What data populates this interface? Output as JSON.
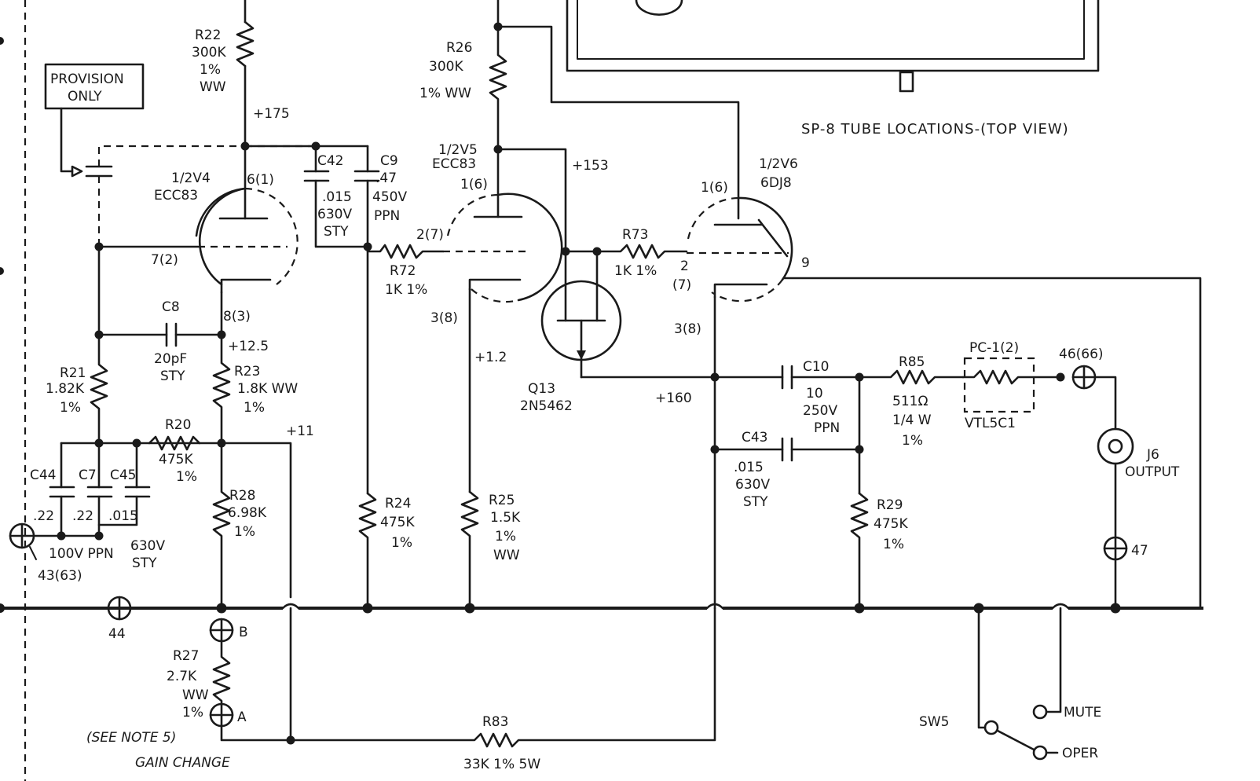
{
  "tube_locations_title": "SP-8 TUBE LOCATIONS-(TOP VIEW)",
  "provision_box": {
    "line1": "PROVISION",
    "line2": "ONLY"
  },
  "tubes": {
    "v4": {
      "name": "1/2V4",
      "type": "ECC83",
      "plate": "6(1)",
      "grid": "7(2)",
      "cathode": "8(3)"
    },
    "v5": {
      "name": "1/2V5",
      "type": "ECC83",
      "plate": "1(6)",
      "grid": "2(7)",
      "cathode": "3(8)"
    },
    "v6": {
      "name": "1/2V6",
      "type": "6DJ8",
      "plate": "1(6)",
      "grid": "2",
      "grid2": "(7)",
      "cathode": "3(8)",
      "heater": "9"
    }
  },
  "voltages": {
    "v175": "+175",
    "v153": "+153",
    "v12_5": "+12.5",
    "v1_2": "+1.2",
    "v160": "+160",
    "v11": "+11"
  },
  "resistors": {
    "r22": [
      "R22",
      "300K",
      "1%",
      "WW"
    ],
    "r26": [
      "R26",
      "300K",
      "1% WW"
    ],
    "r72": [
      "R72",
      "1K 1%"
    ],
    "r73": [
      "R73",
      "1K 1%"
    ],
    "r21": [
      "R21",
      "1.82K",
      "1%"
    ],
    "r23": [
      "R23",
      "1.8K  WW",
      "1%"
    ],
    "r20": [
      "R20",
      "475K",
      "1%"
    ],
    "r28": [
      "R28",
      "6.98K",
      "1%"
    ],
    "r24": [
      "R24",
      "475K",
      "1%"
    ],
    "r25": [
      "R25",
      "1.5K",
      "1%",
      "WW"
    ],
    "r85": [
      "R85",
      "511Ω",
      "1/4 W",
      "1%"
    ],
    "r29": [
      "R29",
      "475K",
      "1%"
    ],
    "r27": [
      "R27",
      "2.7K",
      "WW",
      "1%"
    ],
    "r83": [
      "R83",
      "33K 1% 5W"
    ]
  },
  "capacitors": {
    "c42": [
      "C42",
      ".015",
      "630V",
      "STY"
    ],
    "c9": [
      "C9",
      ".47",
      "450V",
      "PPN"
    ],
    "c8": [
      "C8",
      "20pF",
      "STY"
    ],
    "c10": [
      "C10",
      "10",
      "250V",
      "PPN"
    ],
    "c43": [
      "C43",
      ".015",
      "630V",
      "STY"
    ],
    "c44": [
      "C44",
      ".22"
    ],
    "c7": [
      "C7",
      ".22"
    ],
    "c45": [
      "C45",
      ".015"
    ],
    "c_rating_a": "100V PPN",
    "c_rating_b": "630V",
    "c_rating_c": "STY"
  },
  "parts": {
    "q13": [
      "Q13",
      "2N5462"
    ],
    "pc1": [
      "PC-1(2)",
      "VTL5C1"
    ],
    "j6": [
      "J6",
      "OUTPUT"
    ],
    "sw5": "SW5",
    "mute": "MUTE",
    "oper": "OPER"
  },
  "terminals": {
    "t43": "43(63)",
    "t44": "44",
    "t46": "46(66)",
    "t47": "47",
    "tA": "A",
    "tB": "B"
  },
  "notes": {
    "see_note": "(SEE NOTE 5)",
    "gain_change": "GAIN CHANGE"
  }
}
